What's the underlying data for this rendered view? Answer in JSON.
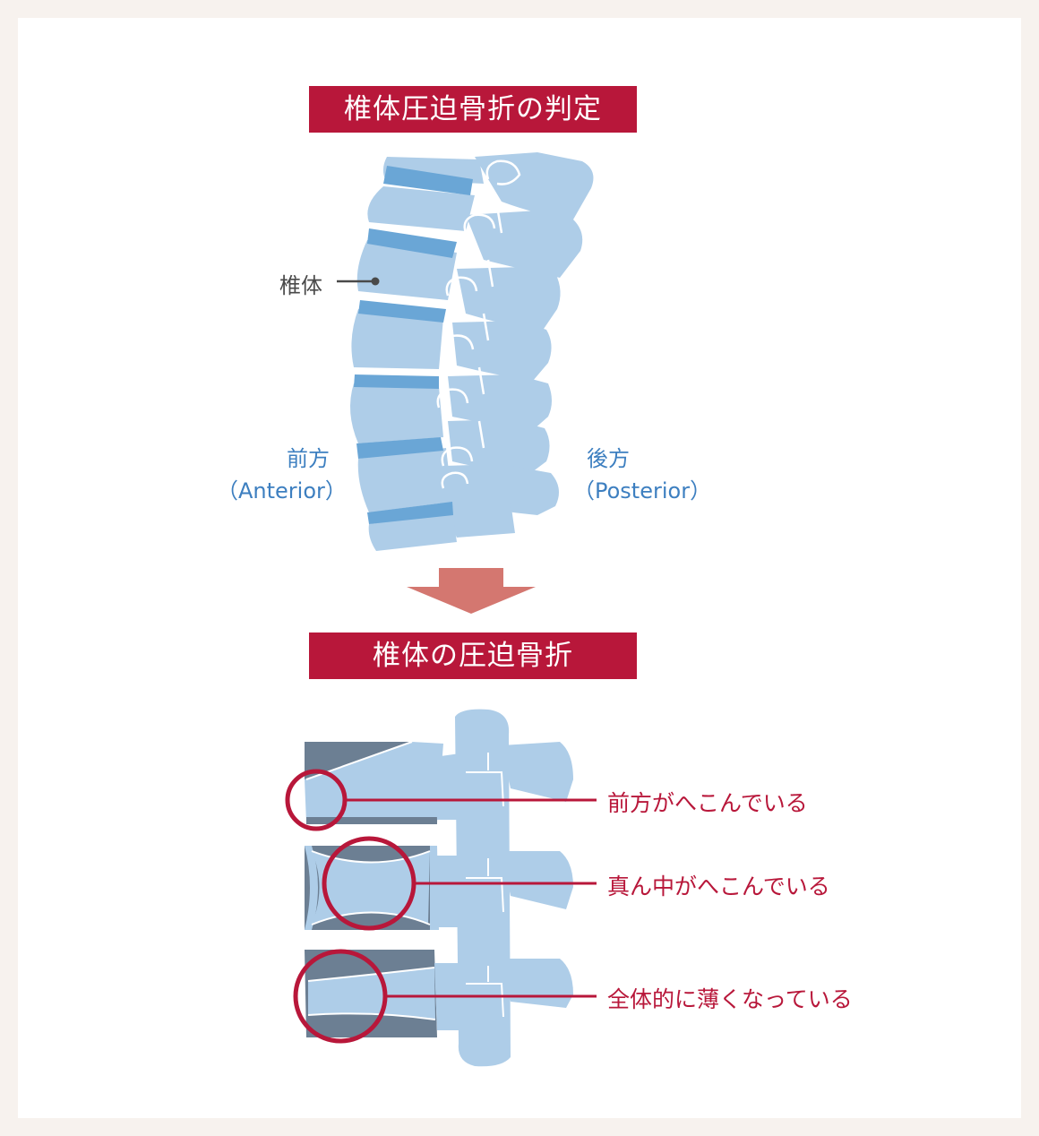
{
  "titles": {
    "top": "椎体圧迫骨折の判定",
    "bottom": "椎体の圧迫骨折"
  },
  "spine_diagram": {
    "vertebral_body_label": "椎体",
    "anterior_jp": "前方",
    "anterior_en": "（Anterior）",
    "posterior_jp": "後方",
    "posterior_en": "（Posterior）"
  },
  "fracture_types": [
    {
      "label": "前方がへこんでいる"
    },
    {
      "label": "真ん中がへこんでいる"
    },
    {
      "label": "全体的に薄くなっている"
    }
  ],
  "colors": {
    "accent_red": "#b8173a",
    "bone_blue": "#aecde8",
    "disc_blue": "#6aa6d6",
    "label_blue": "#3d7fc0",
    "collapsed_gray": "#6c7f93",
    "arrow": "#d47770",
    "page_bg": "#f7f2ee"
  }
}
